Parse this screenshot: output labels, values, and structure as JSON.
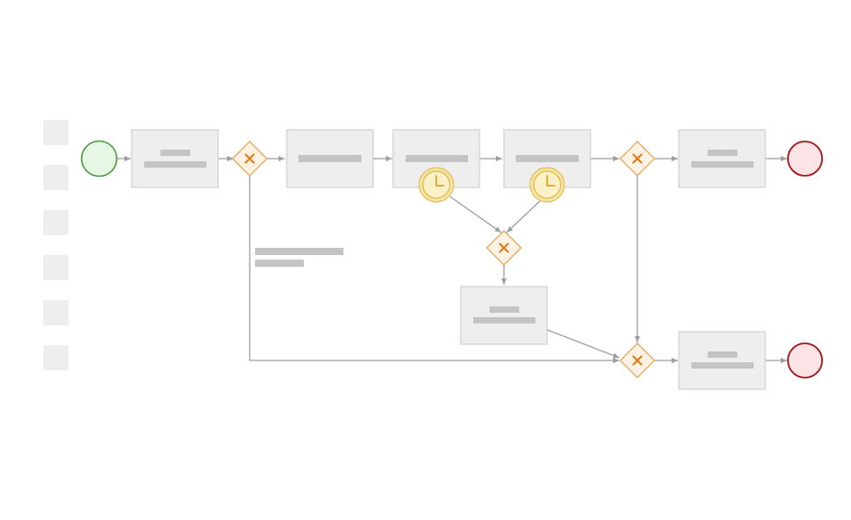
{
  "palette": {
    "items": [
      "palette-item-1",
      "palette-item-2",
      "palette-item-3",
      "palette-item-4",
      "palette-item-5",
      "palette-item-6"
    ]
  },
  "diagram": {
    "type": "bpmn-process-flow",
    "start_event": "start-event",
    "end_events": [
      "end-event-upper",
      "end-event-lower"
    ],
    "gateways": [
      "exclusive-gateway",
      "exclusive-gateway",
      "exclusive-gateway",
      "exclusive-gateway"
    ],
    "timer_events": [
      "timer-icon",
      "timer-icon"
    ],
    "colors": {
      "task_fill": "#eeeeee",
      "task_stroke": "#c8c8c8",
      "placeholder_text": "#c4c4c4",
      "flow_line": "#9e9e9e",
      "start_fill": "#e6f7e6",
      "start_stroke": "#4a9a3a",
      "end_fill": "#fbe3e6",
      "end_stroke": "#a01818",
      "gateway_fill": "#fdf2e4",
      "gateway_stroke": "#e6a95c",
      "gateway_mark": "#e07a10",
      "timer_fill": "#f8e6a8",
      "timer_stroke": "#e4bd55"
    }
  }
}
